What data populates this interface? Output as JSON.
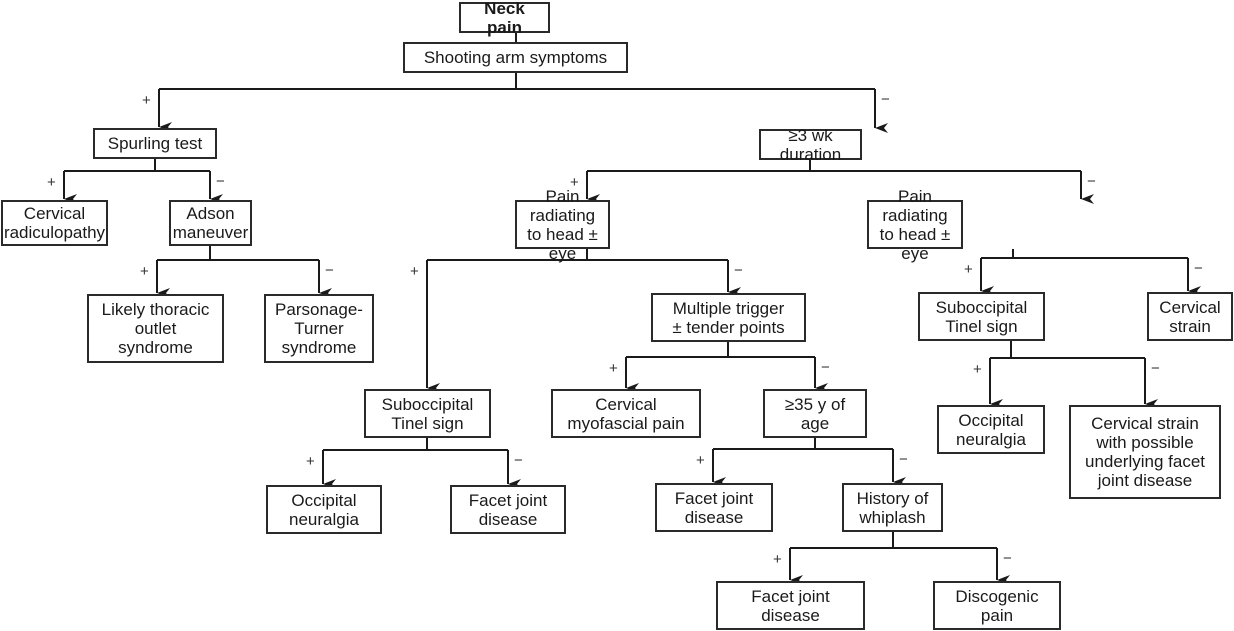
{
  "title": "Neck pain",
  "nodes": {
    "root": "Neck pain",
    "shooting": "Shooting arm symptoms",
    "spurling": "Spurling test",
    "duration": "≥3 wk duration",
    "radiculopathy": "Cervical\nradiculopathy",
    "adson": "Adson\nmaneuver",
    "thoracic": "Likely thoracic\noutlet\nsyndrome",
    "parsonage": "Parsonage-\nTurner\nsyndrome",
    "radiating_pos": "Pain radiating\nto head ± eye",
    "radiating_neg": "Pain radiating\nto head ± eye",
    "tinel_left": "Suboccipital\nTinel sign",
    "trigger": "Multiple trigger\n± tender points",
    "occipital_left": "Occipital\nneuralgia",
    "facet_left": "Facet joint\ndisease",
    "myofascial": "Cervical\nmyofascial pain",
    "age": "≥35 y of\nage",
    "facet_mid": "Facet joint\ndisease",
    "whiplash": "History of\nwhiplash",
    "facet_bottom": "Facet joint\ndisease",
    "discogenic": "Discogenic\npain",
    "tinel_right": "Suboccipital\nTinel sign",
    "strain": "Cervical\nstrain",
    "occipital_right": "Occipital\nneuralgia",
    "strain_facet": "Cervical strain\nwith possible\nunderlying facet\njoint disease"
  },
  "branch_labels": {
    "positive": "+",
    "negative": "−"
  }
}
